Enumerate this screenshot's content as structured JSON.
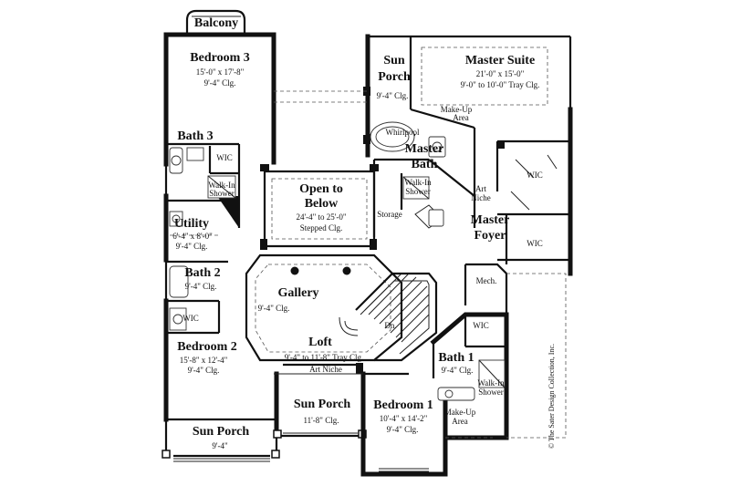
{
  "rooms": {
    "balcony": {
      "name": "Balcony"
    },
    "bedroom3": {
      "name": "Bedroom 3",
      "size": "15'-0\" x 17'-8\"",
      "ceiling": "9'-4\" Clg."
    },
    "sun_porch_top": {
      "name_line1": "Sun",
      "name_line2": "Porch",
      "ceiling": "9'-4\" Clg."
    },
    "master_suite": {
      "name": "Master Suite",
      "size": "21'-0\" x 15'-0\"",
      "ceiling": "9'-0\" to 10'-0\" Tray Clg."
    },
    "makeup_top": {
      "line1": "Make-Up",
      "line2": "Area"
    },
    "whirlpool": {
      "name": "Whirlpool"
    },
    "master_bath": {
      "name_line1": "Master",
      "name_line2": "Bath"
    },
    "bath3": {
      "name": "Bath 3"
    },
    "wic_bath3": {
      "name": "WIC"
    },
    "walkin_shower_left": {
      "line1": "Walk-In",
      "line2": "Shower"
    },
    "open_to_below": {
      "name_line1": "Open to",
      "name_line2": "Below",
      "size": "24'-4\" to 25'-0\"",
      "ceiling": "Stepped Clg."
    },
    "walkin_shower_master": {
      "line1": "Walk-In",
      "line2": "Shower"
    },
    "storage": {
      "name": "Storage"
    },
    "art_niche_right": {
      "line1": "Art",
      "line2": "Niche"
    },
    "wic_master_top": {
      "name": "WIC"
    },
    "master_foyer": {
      "name_line1": "Master",
      "name_line2": "Foyer"
    },
    "wic_master_bottom": {
      "name": "WIC"
    },
    "utility": {
      "name": "Utility",
      "size": "6'-4\" x 8'-0\"",
      "ceiling": "9'-4\" Clg."
    },
    "bath2": {
      "name": "Bath 2",
      "ceiling": "9'-4\" Clg."
    },
    "gallery": {
      "name": "Gallery",
      "ceiling": "9'-4\" Clg."
    },
    "mech": {
      "name": "Mech."
    },
    "wic_bed2": {
      "name": "WIC"
    },
    "stair": {
      "down_label": "Dn."
    },
    "wic_bath1": {
      "name": "WIC"
    },
    "bedroom2": {
      "name": "Bedroom 2",
      "size": "15'-8\" x 12'-4\"",
      "ceiling": "9'-4\" Clg."
    },
    "loft": {
      "name": "Loft",
      "ceiling": "9'-4\" to 11'-8\" Tray Clg."
    },
    "art_niche_loft": {
      "name": "Art Niche"
    },
    "bath1": {
      "name": "Bath 1",
      "ceiling": "9'-4\" Clg."
    },
    "walkin_shower_bath1": {
      "line1": "Walk-In",
      "line2": "Shower"
    },
    "sun_porch_mid": {
      "name": "Sun Porch",
      "ceiling": "11'-8\" Clg."
    },
    "bedroom1": {
      "name": "Bedroom 1",
      "size": "10'-4\" x 14'-2\"",
      "ceiling": "9'-4\" Clg."
    },
    "makeup_bottom": {
      "line1": "Make-Up",
      "line2": "Area"
    },
    "sun_porch_bottom": {
      "name": "Sun Porch",
      "ceiling": "9'-4\""
    }
  },
  "copyright": "© The Sater Design Collection, Inc."
}
